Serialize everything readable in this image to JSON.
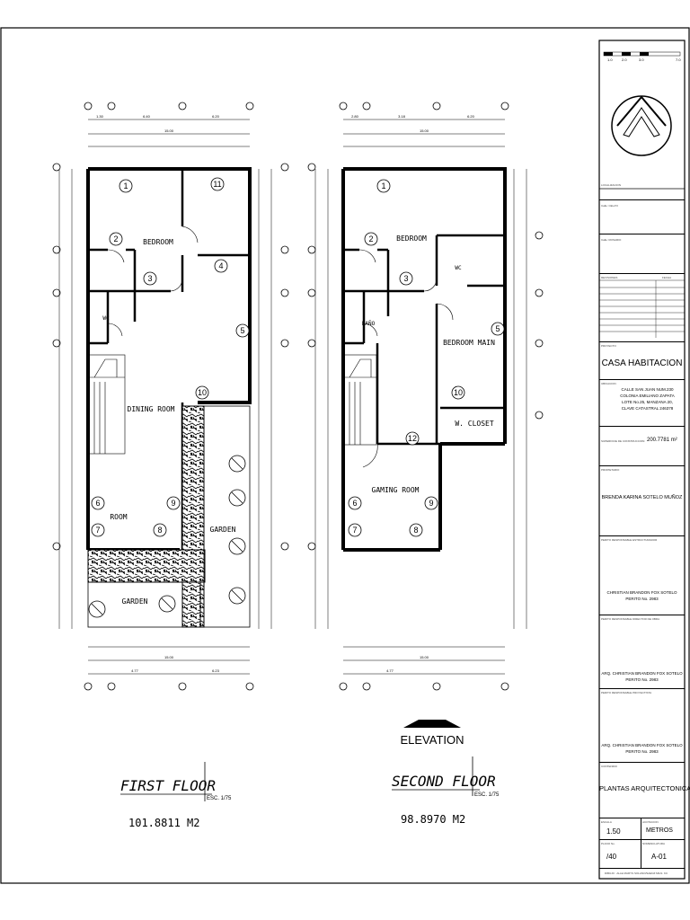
{
  "floors": [
    {
      "title": "FIRST FLOOR",
      "scale": "ESC. 1/75",
      "area": "101.8811 M2",
      "rooms": [
        "BEDROOM",
        "DINING ROOM",
        "ROOM",
        "GARDEN",
        "GARDEN",
        "WC"
      ],
      "dims_top": [
        "1.30",
        "6.40",
        "6.20",
        "15.00"
      ],
      "dims_bottom": [
        "4.77",
        "6.23",
        "15.00"
      ],
      "markers": [
        "1",
        "2",
        "3",
        "4",
        "5",
        "6",
        "7",
        "8",
        "9",
        "10",
        "11"
      ]
    },
    {
      "title": "SECOND FLOOR",
      "scale": "ESC. 1/75",
      "area": "98.8970 M2",
      "rooms": [
        "BEDROOM",
        "BEDROOM MAIN",
        "W. CLOSET",
        "GAMING ROOM",
        "WC",
        "BAÑO"
      ],
      "dims_top": [
        "2.80",
        "3.18",
        "6.20",
        "15.00"
      ],
      "dims_bottom": [
        "4.77",
        "15.00"
      ],
      "markers": [
        "1",
        "2",
        "3",
        "5",
        "6",
        "7",
        "8",
        "9",
        "10",
        "12"
      ]
    }
  ],
  "elevation_label": "ELEVATION",
  "title_block": {
    "scale_bar": [
      "1.0",
      "2.0",
      "3.0",
      "7.0"
    ],
    "location_label": "LOCALIZACION",
    "street1": "Calle: CELAYI",
    "street2": "Calle: ROSARIO",
    "revisions_label": "REVISIONES",
    "date_label": "FECHA",
    "project_title": "CASA HABITACION",
    "address": [
      "CALLE SAN JUAN NUM.230",
      "COLONIA EMILIANO ZAPATA",
      "LOTE No.25, MANZANA 20,",
      "CLAVE CATASTRAL 246378"
    ],
    "construction_label": "SUPERFICIE DE CONSTRUCCION:",
    "construction_area": "200.7781 m²",
    "owner_label": "PROPIETARIO",
    "owner": "BRENDA KARINA SOTELO MUÑOZ",
    "structural_label": "PERITO RESPONSABLE ESTRUCTURADOR",
    "structural": [
      "CHRISTIAN BRANDON FOX SOTELO",
      "PERITO No. 2983"
    ],
    "director_label": "PERITO RESPONSABLE DIRECTOR DE OBRA",
    "director": [
      "ARQ. CHRISTIAN BRANDON FOX SOTELO",
      "PERITO No. 2983"
    ],
    "architect_label": "PERITO RESPONSABLE PROYECTISTA",
    "architect": [
      "ARQ. CHRISTIAN BRANDON FOX SOTELO",
      "PERITO No. 2983"
    ],
    "content_label": "CONTENIDO",
    "content": "PLANTAS ARQUITECTONICAS",
    "scale_label": "ESCALA",
    "scale_value": "1.50",
    "units_label": "ACOTACION",
    "units_value": "METROS",
    "sheet_label": "PLANO No.",
    "sheet_value": "/40",
    "key_label": "NOMENCLATURA",
    "key_value": "A-01",
    "footer": "DIBUJO : ALLE MARYS SOLANO/SAENZ MILN. KC"
  }
}
